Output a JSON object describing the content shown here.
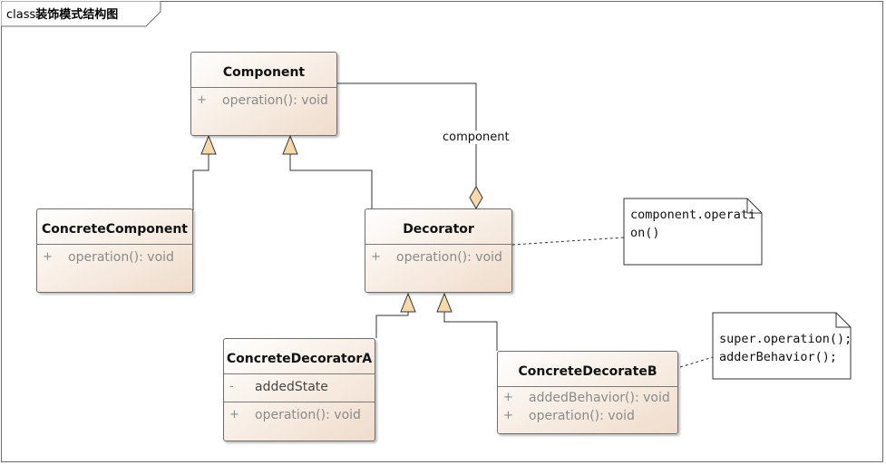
{
  "diagram": {
    "frame_keyword": "class",
    "frame_title": "装饰模式结构图"
  },
  "classes": {
    "component": {
      "name": "Component",
      "operations": [
        {
          "visibility": "+",
          "signature": "operation(): void"
        }
      ]
    },
    "concrete_component": {
      "name": "ConcreteComponent",
      "operations": [
        {
          "visibility": "+",
          "signature": "operation(): void"
        }
      ]
    },
    "decorator": {
      "name": "Decorator",
      "operations": [
        {
          "visibility": "+",
          "signature": "operation(): void"
        }
      ]
    },
    "concrete_decorator_a": {
      "name": "ConcreteDecoratorA",
      "attributes": [
        {
          "visibility": "-",
          "signature": "addedState"
        }
      ],
      "operations": [
        {
          "visibility": "+",
          "signature": "operation(): void"
        }
      ]
    },
    "concrete_decorate_b": {
      "name": "ConcreteDecorateB",
      "operations": [
        {
          "visibility": "+",
          "signature": "addedBehavior(): void"
        },
        {
          "visibility": "+",
          "signature": "operation(): void"
        }
      ]
    }
  },
  "notes": {
    "decorator_note": {
      "lines": [
        "component.operati",
        "on()"
      ]
    },
    "decorate_b_note": {
      "lines": [
        "super.operation();",
        "adderBehavior();"
      ]
    }
  },
  "relations": {
    "aggregation_label": "component"
  }
}
